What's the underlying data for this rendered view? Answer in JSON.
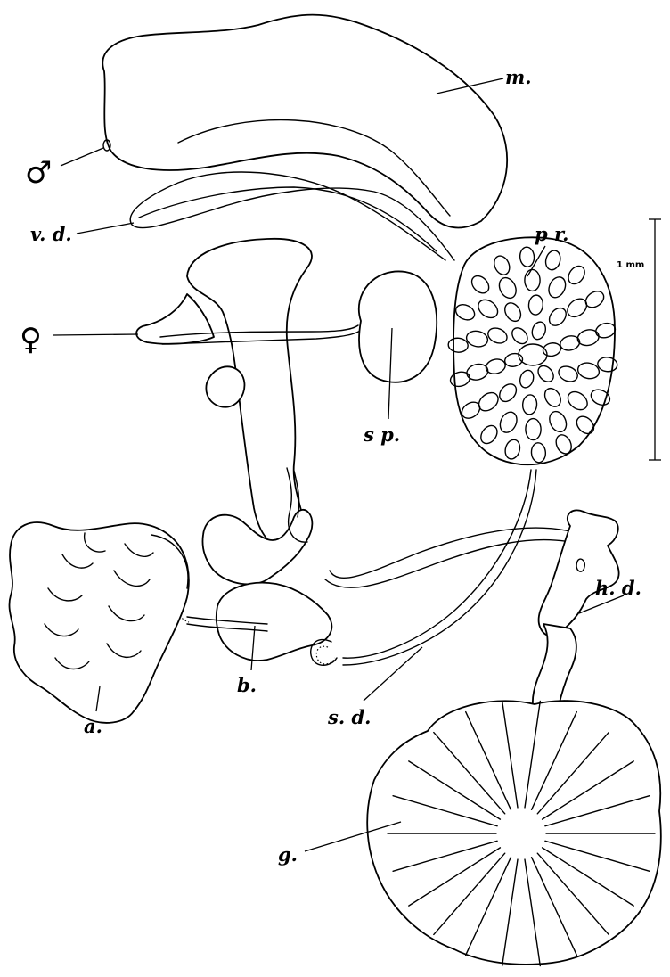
{
  "figure": {
    "labels": {
      "male_symbol": "♂",
      "female_symbol": "♀",
      "m": "m.",
      "vd": "v. d.",
      "pr": "p r.",
      "sp": "s p.",
      "a": "a.",
      "b": "b.",
      "sd": "s. d.",
      "hd": "h. d.",
      "g": "g."
    },
    "scale_bar": {
      "label": "1 mm"
    },
    "colors": {
      "ink": "#000000",
      "paper": "#ffffff"
    }
  }
}
